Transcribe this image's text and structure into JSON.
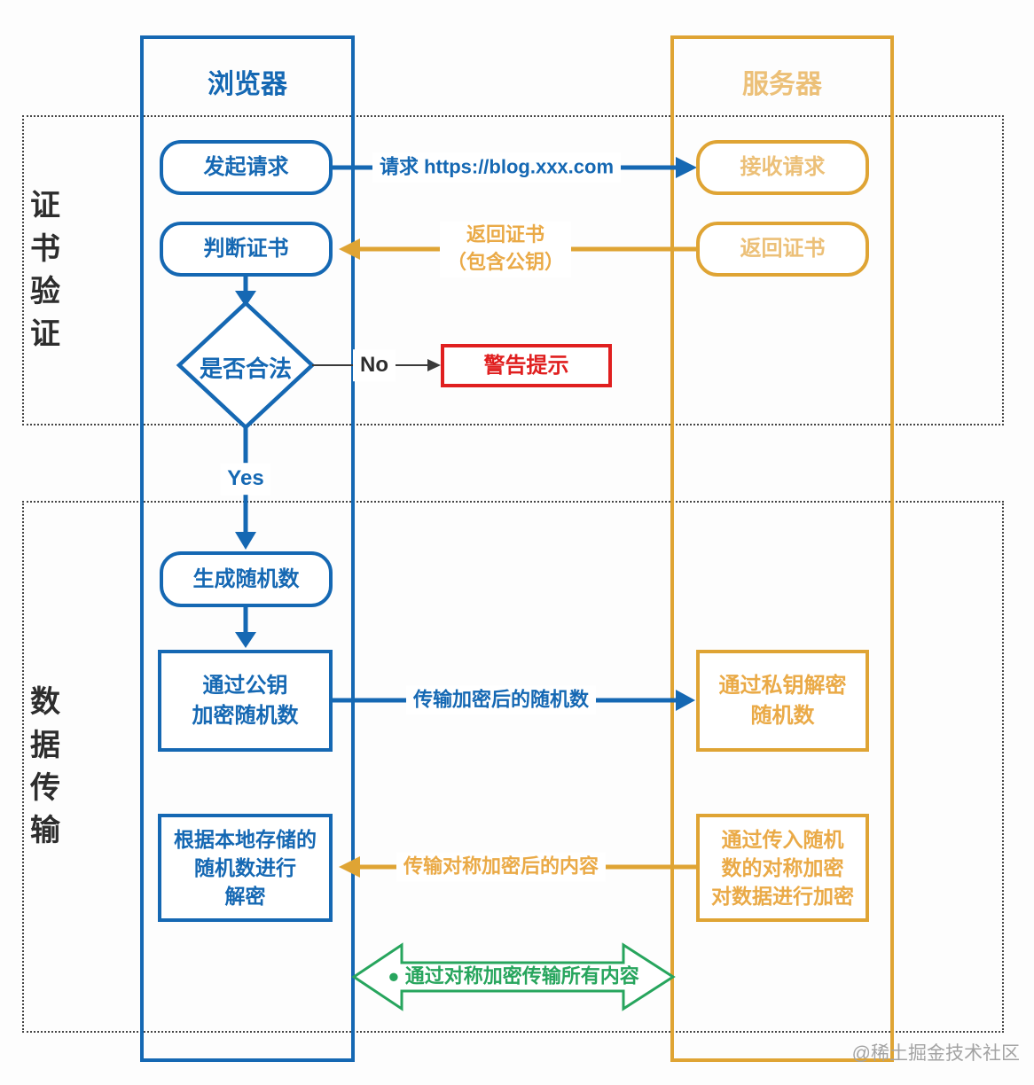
{
  "colors": {
    "blue": "#1568b3",
    "yellow": "#dfa434",
    "yellow_pale": "#ecc078",
    "yellow_mid": "#eaaa47",
    "red": "#e01f1f",
    "green": "#27a55d",
    "dark": "#2d2d2d",
    "gray": "#a3a3a3"
  },
  "watermark": "@稀土掘金技术社区",
  "columns": {
    "browser": {
      "title": "浏览器"
    },
    "server": {
      "title": "服务器"
    }
  },
  "sections": {
    "cert_verification": {
      "label": "证\n书\n验\n证"
    },
    "data_transfer": {
      "label": "数\n据\n传\n输"
    }
  },
  "nodes": {
    "initiate_request": "发起请求",
    "receive_request": "接收请求",
    "judge_certificate": "判断证书",
    "return_certificate": "返回证书",
    "is_valid": "是否合法",
    "warning": "警告提示",
    "generate_random": "生成随机数",
    "encrypt_with_public_key": "通过公钥\n加密随机数",
    "decrypt_with_private_key": "通过私钥解密\n随机数",
    "decrypt_with_local_random": "根据本地存储的\n随机数进行\n解密",
    "symmetric_encrypt_data": "通过传入随机\n数的对称加密\n对数据进行加密"
  },
  "edges": {
    "request": "请求 https://blog.xxx.com",
    "return_certificate": "返回证书\n（包含公钥）",
    "no": "No",
    "yes": "Yes",
    "transmit_encrypted_random": "传输加密后的随机数",
    "transmit_symmetric_content": "传输对称加密后的内容",
    "transmit_all_content": "● 通过对称加密传输所有内容"
  }
}
